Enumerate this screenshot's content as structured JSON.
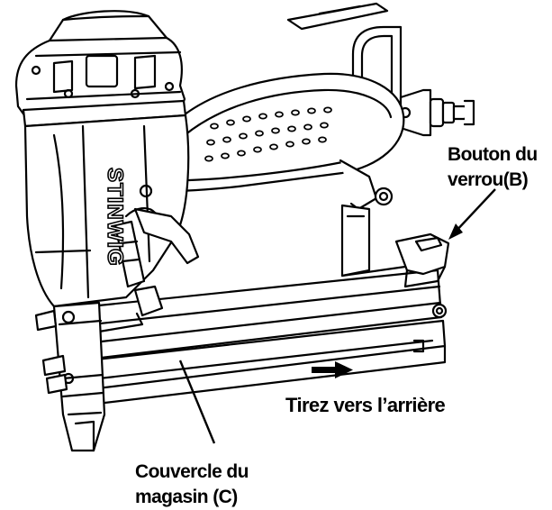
{
  "diagram": {
    "labels": {
      "lock_button": {
        "line1": "Bouton du",
        "line2": "verrou(B)"
      },
      "magazine_cover": {
        "line1": "Couvercle du",
        "line2": "magasin (C)"
      },
      "pull_back": "Tirez vers l’arrière"
    },
    "logo_text": "STINWIG",
    "colors": {
      "ink": "#000000",
      "background": "#ffffff"
    },
    "icons": [
      "arrow-right-icon",
      "pointer-arrow-icon"
    ]
  }
}
